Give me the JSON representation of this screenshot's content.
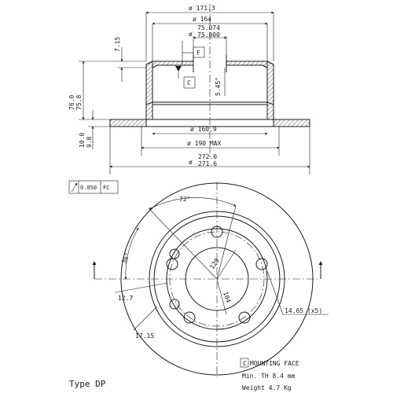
{
  "top_view": {
    "dims": {
      "d_171_3": "ø 171.3",
      "d_164": "ø 164",
      "d_75_074": "75.074",
      "d_75_000": "75.000",
      "d_75_prefix": "ø",
      "d_7_15": "7.15",
      "d_76_0": "76.0",
      "d_75_8": "75.8",
      "d_5_45": "5.45°",
      "d_160_9": "ø 160.9",
      "d_190": "ø 190 MAX",
      "d_10_0": "10.0",
      "d_9_8": "9.8",
      "d_272_0": "272.0",
      "d_271_6": "271.6",
      "d_272_prefix": "ø"
    },
    "datum_f": "F",
    "datum_c": "C"
  },
  "tolerance_frame": {
    "value": "0.050",
    "datum": "FC"
  },
  "front_view": {
    "angle_72": "72°",
    "angle_36": "36°",
    "d_120": "120",
    "d_104": "104",
    "d_12_7": "12.7",
    "d_17_15": "17.15",
    "d_14_65": "14.65 (x5)"
  },
  "notes": {
    "mounting_key": "C",
    "mounting_face": "MOUNTING FACE",
    "min_th": "Min. TH 8.4 mm",
    "weight": "Weight 4.7 Kg",
    "type": "Type DP"
  }
}
